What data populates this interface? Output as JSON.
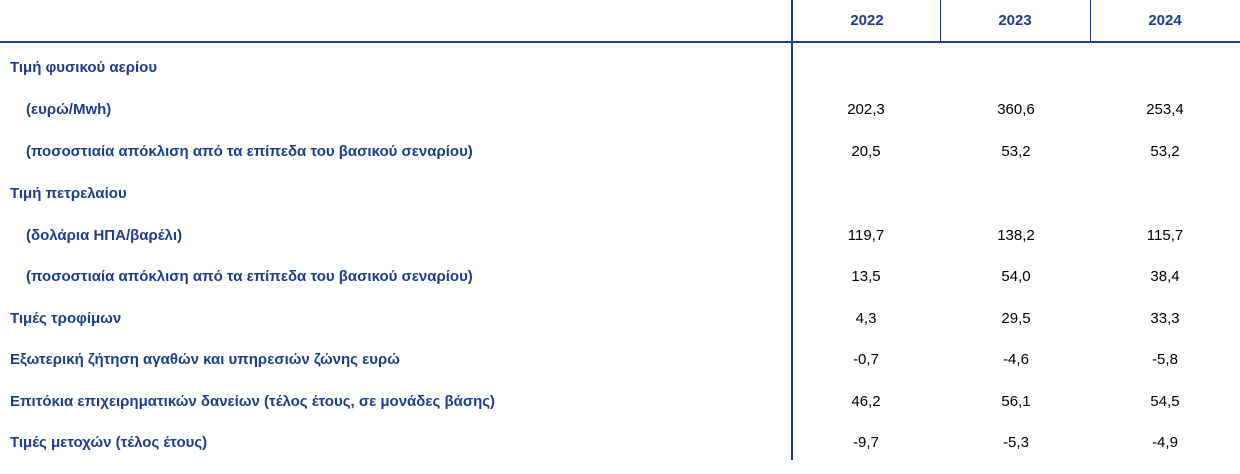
{
  "columns": [
    "2022",
    "2023",
    "2024"
  ],
  "rows": [
    {
      "label": "Τιμή φυσικού αερίου",
      "indent": false,
      "values": [
        "",
        "",
        ""
      ]
    },
    {
      "label": "(ευρώ/Mwh)",
      "indent": true,
      "values": [
        "202,3",
        "360,6",
        "253,4"
      ]
    },
    {
      "label": "(ποσοστιαία απόκλιση από τα επίπεδα του βασικού σεναρίου)",
      "indent": true,
      "values": [
        "20,5",
        "53,2",
        "53,2"
      ]
    },
    {
      "label": "Τιμή πετρελαίου",
      "indent": false,
      "values": [
        "",
        "",
        ""
      ]
    },
    {
      "label": "(δολάρια ΗΠΑ/βαρέλι)",
      "indent": true,
      "values": [
        "119,7",
        "138,2",
        "115,7"
      ]
    },
    {
      "label": "(ποσοστιαία απόκλιση από τα επίπεδα του βασικού σεναρίου)",
      "indent": true,
      "values": [
        "13,5",
        "54,0",
        "38,4"
      ]
    },
    {
      "label": "Τιμές τροφίμων",
      "indent": false,
      "values": [
        "4,3",
        "29,5",
        "33,3"
      ]
    },
    {
      "label": "Εξωτερική ζήτηση αγαθών και υπηρεσιών ζώνης ευρώ",
      "indent": false,
      "values": [
        "-0,7",
        "-4,6",
        "-5,8"
      ]
    },
    {
      "label": "Επιτόκια επιχειρηματικών δανείων (τέλος έτους, σε μονάδες βάσης)",
      "indent": false,
      "values": [
        "46,2",
        "56,1",
        "54,5"
      ]
    },
    {
      "label": "Τιμές μετοχών (τέλος έτους)",
      "indent": false,
      "values": [
        "-9,7",
        "-5,3",
        "-4,9"
      ]
    }
  ]
}
